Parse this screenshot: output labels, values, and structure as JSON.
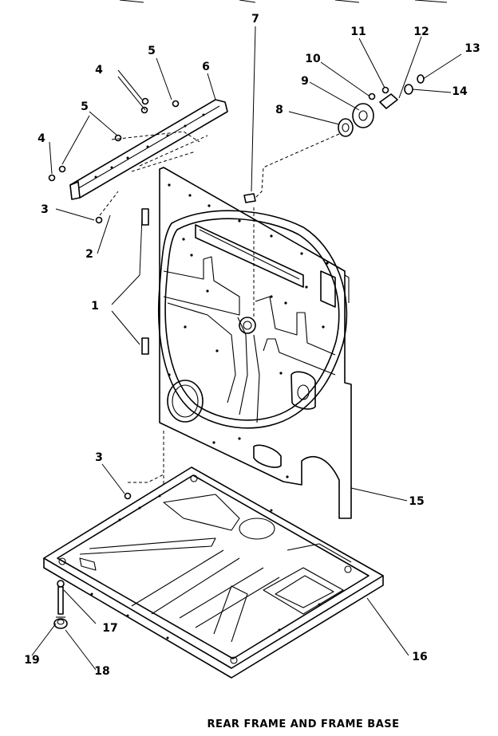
{
  "caption": "REAR FRAME AND FRAME BASE",
  "callouts": {
    "c1": "1",
    "c2": "2",
    "c3a": "3",
    "c3b": "3",
    "c4a": "4",
    "c4b": "4",
    "c5a": "5",
    "c5b": "5",
    "c6": "6",
    "c7": "7",
    "c8": "8",
    "c9": "9",
    "c10": "10",
    "c11": "11",
    "c12": "12",
    "c13": "13",
    "c14": "14",
    "c15": "15",
    "c16": "16",
    "c17": "17",
    "c18": "18",
    "c19": "19"
  }
}
